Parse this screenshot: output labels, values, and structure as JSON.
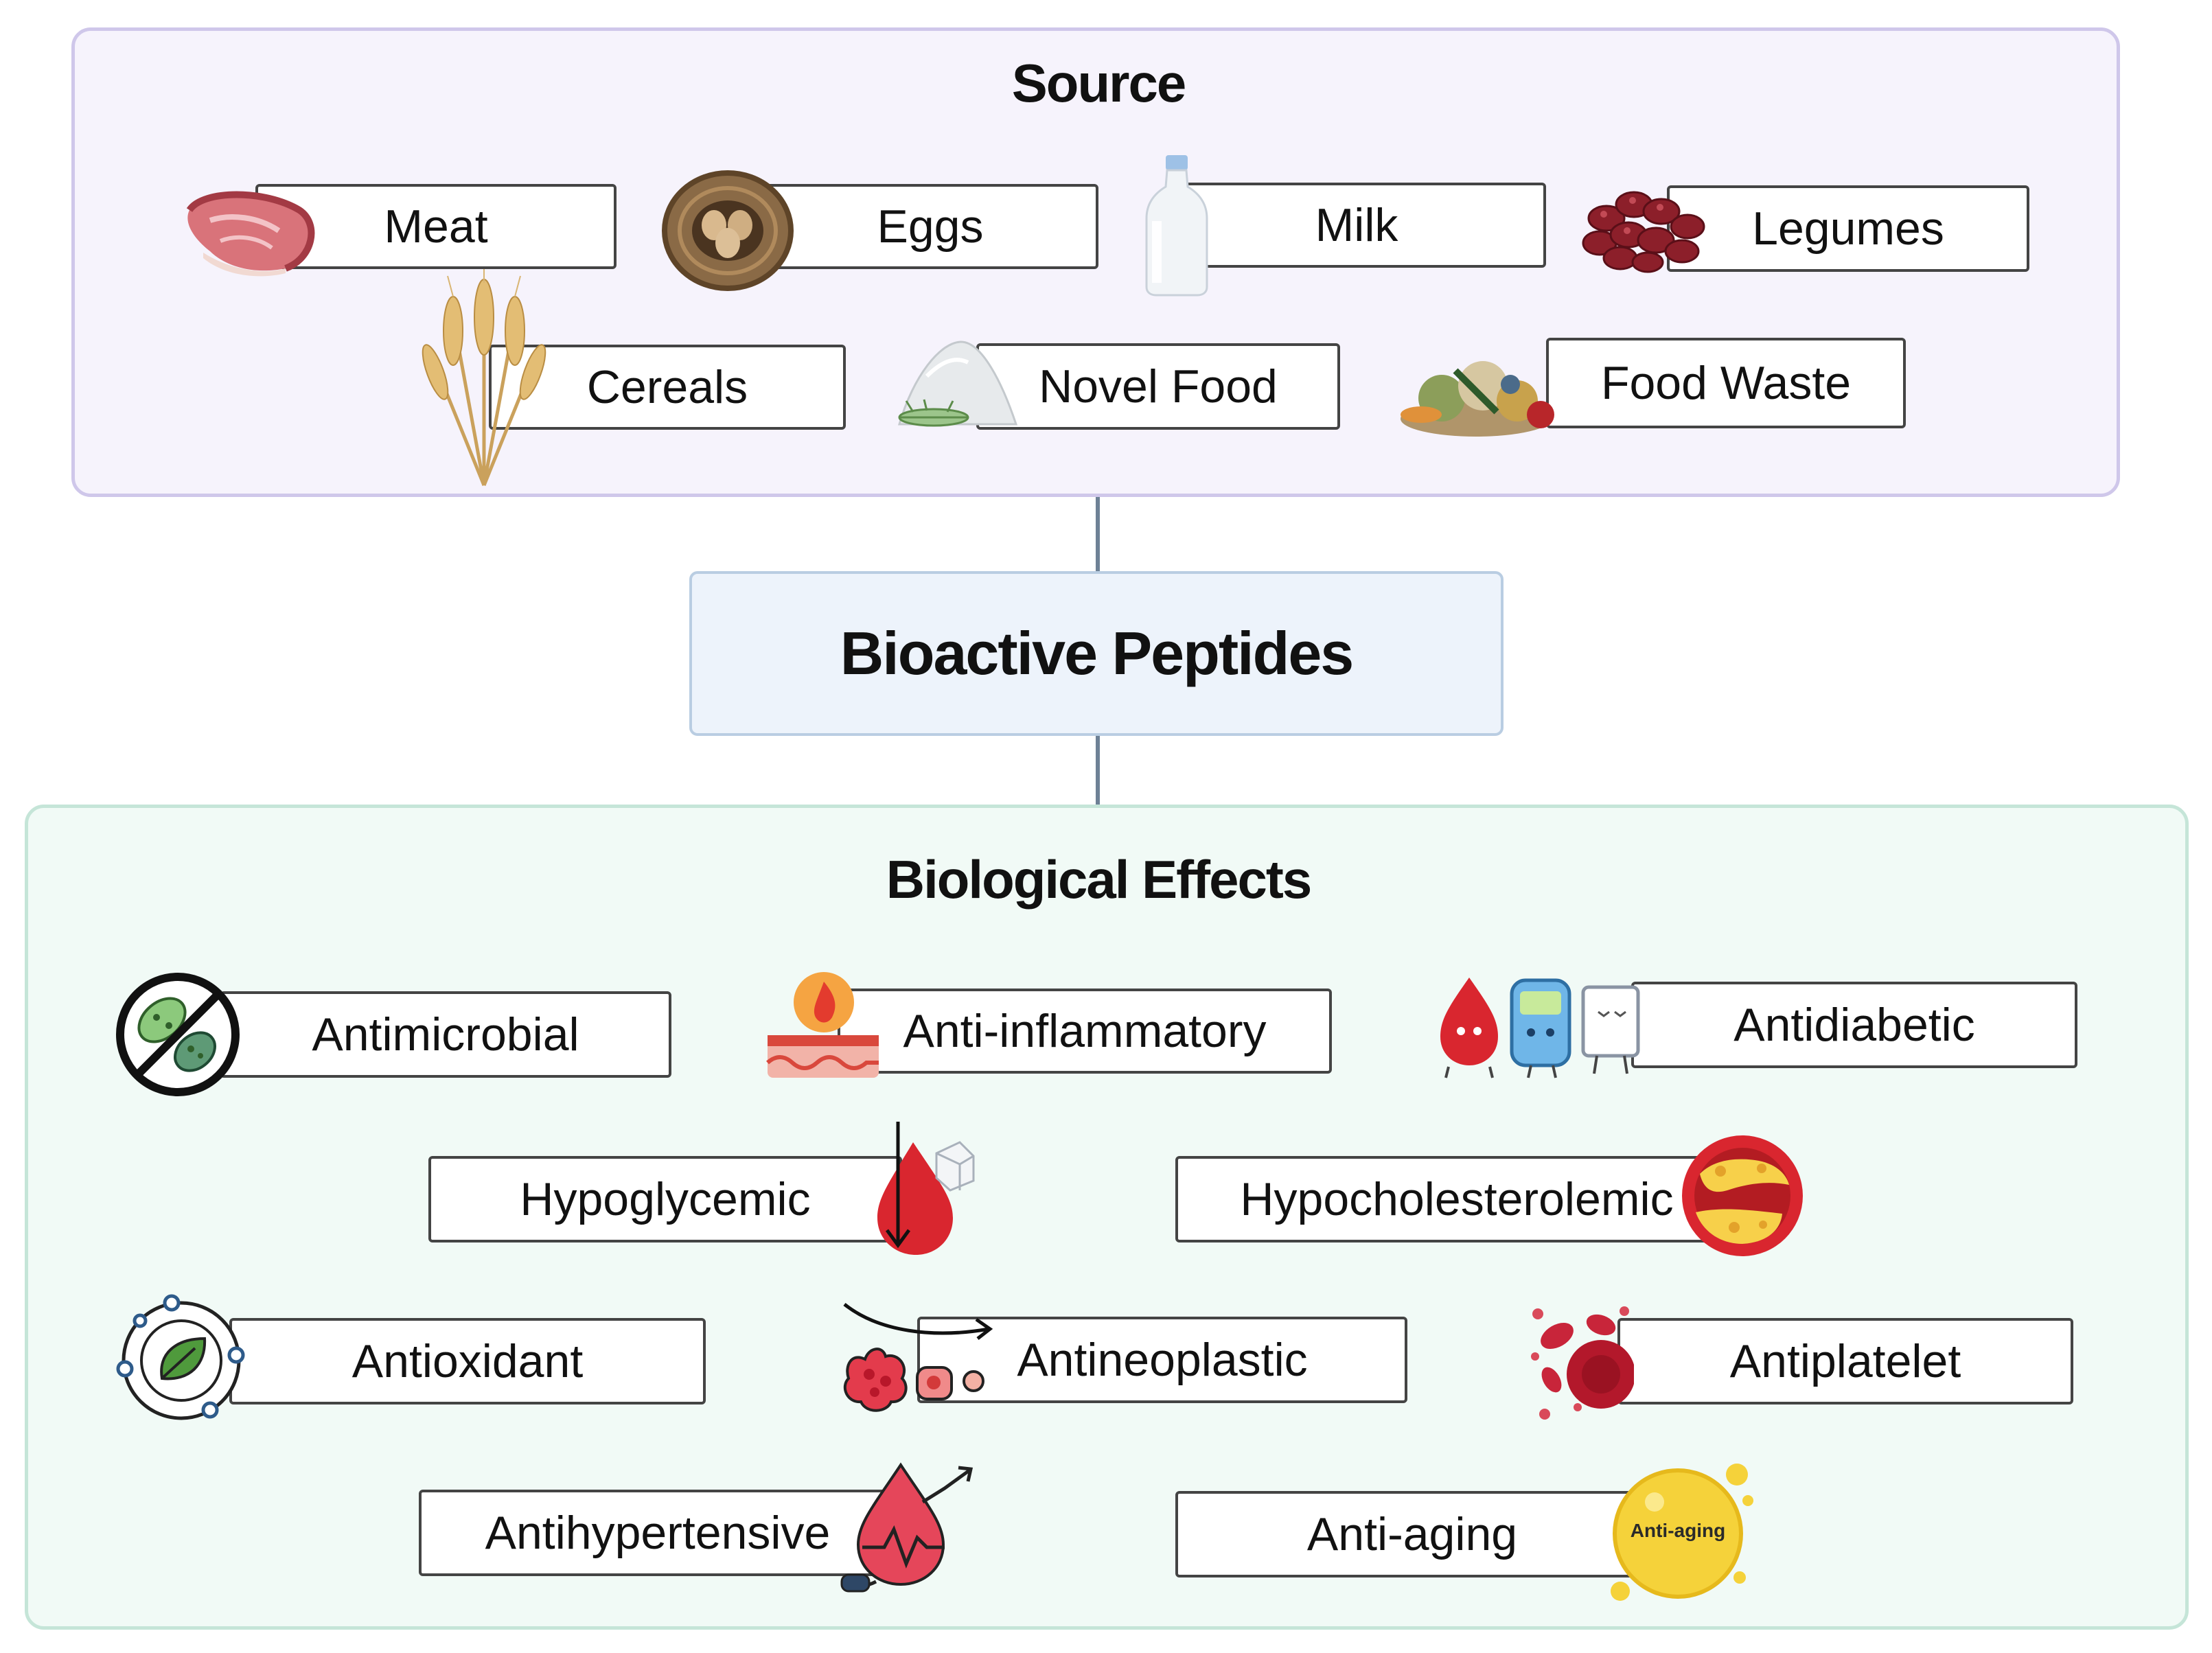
{
  "source": {
    "title": "Source",
    "items": [
      "Meat",
      "Eggs",
      "Milk",
      "Legumes",
      "Cereals",
      "Novel Food",
      "Food Waste"
    ]
  },
  "center": {
    "label": "Bioactive Peptides"
  },
  "effects": {
    "title": "Biological Effects",
    "items": [
      "Antimicrobial",
      "Anti-inflammatory",
      "Antidiabetic",
      "Hypoglycemic",
      "Hypocholesterolemic",
      "Antioxidant",
      "Antineoplastic",
      "Antiplatelet",
      "Antihypertensive",
      "Anti-aging"
    ],
    "anti_aging_badge": "Anti-aging"
  },
  "colors": {
    "source_panel_bg": "#f6f3fc",
    "source_panel_border": "#cfc7ea",
    "effects_panel_bg": "#f1faf6",
    "effects_panel_border": "#c5e5d8",
    "center_box_bg": "#edf3fb",
    "connector": "#6e8196"
  },
  "icons": {
    "meat": "meat-icon",
    "eggs": "egg-nest-icon",
    "milk": "milk-bottle-icon",
    "legumes": "beans-icon",
    "cereals": "wheat-icon",
    "novel_food": "insect-flour-icon",
    "food_waste": "food-waste-icon",
    "antimicrobial": "no-bacteria-icon",
    "anti_inflammatory": "inflamed-skin-icon",
    "antidiabetic": "blood-glucose-meter-icon",
    "hypoglycemic": "blood-sugar-drop-icon",
    "hypocholesterolemic": "clogged-artery-icon",
    "antioxidant": "leaf-molecule-icon",
    "antineoplastic": "tumor-cells-icon",
    "antiplatelet": "blood-cells-icon",
    "antihypertensive": "blood-pressure-icon",
    "anti_aging": "anti-aging-bubble-icon"
  }
}
